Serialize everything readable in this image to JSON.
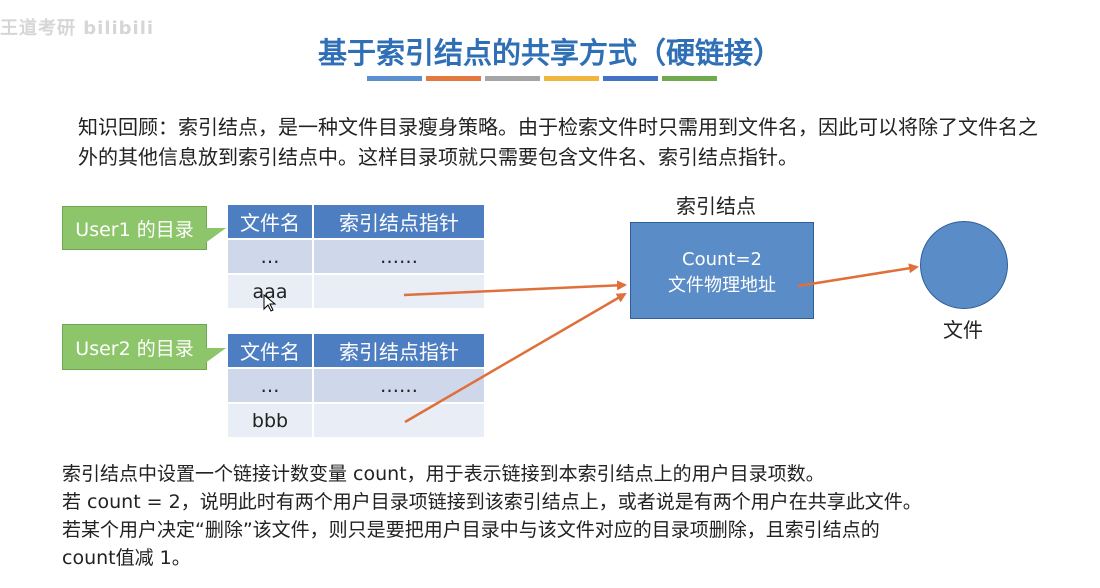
{
  "watermark": "王道考研 bilibili",
  "title": "基于索引结点的共享方式（硬链接）",
  "title_bar_colors": [
    "#5b8fd0",
    "#e2793f",
    "#a5a5a5",
    "#f0b73c",
    "#4472c4",
    "#6fab4c"
  ],
  "recap": "知识回顾：索引结点，是一种文件目录瘦身策略。由于检索文件时只需用到文件名，因此可以将除了文件名之外的其他信息放到索引结点中。这样目录项就只需要包含文件名、索引结点指针。",
  "user1": {
    "label": "User1 的目录",
    "table": {
      "header": [
        "文件名",
        "索引结点指针"
      ],
      "rows": [
        [
          "…",
          "……"
        ],
        [
          "aaa",
          ""
        ]
      ]
    }
  },
  "user2": {
    "label": "User2 的目录",
    "table": {
      "header": [
        "文件名",
        "索引结点指针"
      ],
      "rows": [
        [
          "…",
          "……"
        ],
        [
          "bbb",
          ""
        ]
      ]
    }
  },
  "inode": {
    "caption": "索引结点",
    "line1": "Count=2",
    "line2": "文件物理地址"
  },
  "file_label": "文件",
  "notes": [
    "索引结点中设置一个链接计数变量 count，用于表示链接到本索引结点上的用户目录项数。",
    "若 count = 2，说明此时有两个用户目录项链接到该索引结点上，或者说是有两个用户在共享此文件。",
    "若某个用户决定“删除”该文件，则只是要把用户目录中与该文件对应的目录项删除，且索引结点的",
    "count值减 1。"
  ],
  "colors": {
    "title": "#2f6fb6",
    "table_header": "#4d7ec1",
    "dir_label": "#8cc56a",
    "inode": "#5a8cc8",
    "arrow": "#e0703a"
  }
}
